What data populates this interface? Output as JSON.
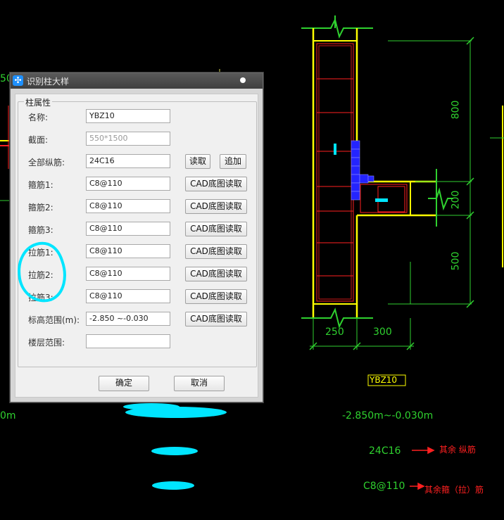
{
  "dialog": {
    "title": "识别柱大样",
    "group_title": "柱属性",
    "fields": [
      {
        "label": "名称:",
        "value": "YBZ10"
      },
      {
        "label": "截面:",
        "value": "550*1500"
      },
      {
        "label": "全部纵筋:",
        "value": "24C16"
      },
      {
        "label": "箍筋1:",
        "value": "C8@110"
      },
      {
        "label": "箍筋2:",
        "value": "C8@110"
      },
      {
        "label": "箍筋3:",
        "value": "C8@110"
      },
      {
        "label": "拉筋1:",
        "value": "C8@110"
      },
      {
        "label": "拉筋2:",
        "value": "C8@110"
      },
      {
        "label": "拉筋3:",
        "value": "C8@110"
      },
      {
        "label": "标高范围(m):",
        "value": "-2.850 ~-0.030"
      },
      {
        "label": "楼层范围:",
        "value": ""
      }
    ],
    "read_button": "读取",
    "append_button": "追加",
    "cad_read_button": "CAD底图读取",
    "ok_button": "确定",
    "cancel_button": "取消"
  },
  "drawing": {
    "dim_250": "250",
    "dim_300": "300",
    "dim_800": "800",
    "dim_200": "200",
    "dim_500": "500",
    "left_edge_top": "50",
    "left_edge_bottom": "0m",
    "column_name": "YBZ10",
    "elevation": "-2.850m~-0.030m",
    "longitudinal": "24C16",
    "longitudinal_note": "其余 纵筋",
    "stirrup": "C8@110",
    "stirrup_note": "其余箍（拉）筋"
  },
  "colors": {
    "cad_background": "#000000",
    "dimension_green": "#2fd12f",
    "outline_yellow": "#ffff00",
    "rebar_red": "#ff2020",
    "rebar_blue": "#3333ff",
    "annotation_cyan": "#00e5ff"
  }
}
